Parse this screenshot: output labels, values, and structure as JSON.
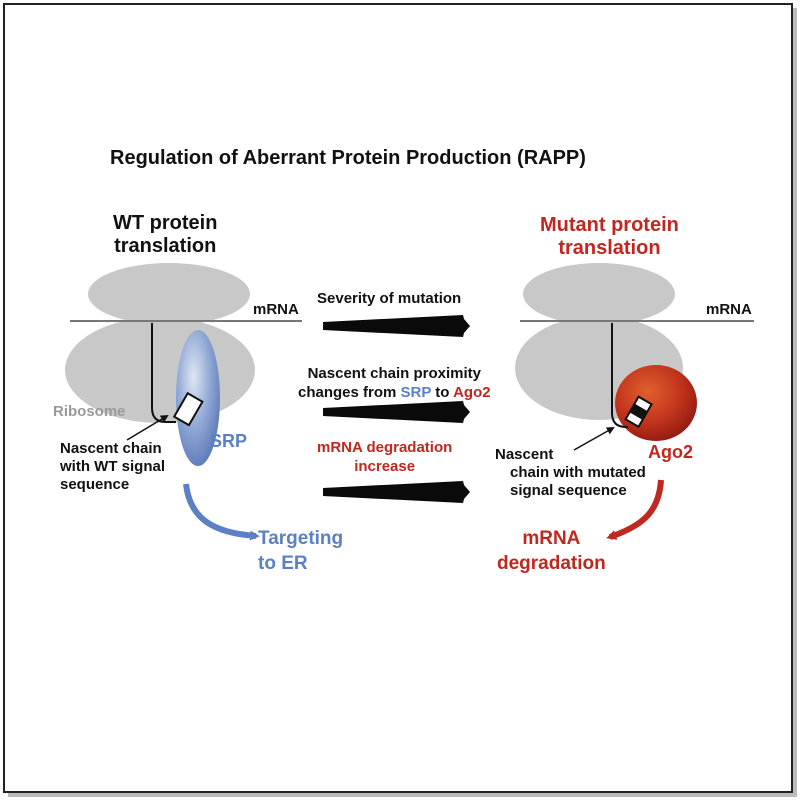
{
  "title": "Regulation of Aberrant Protein Production (RAPP)",
  "left": {
    "heading_line1": "WT protein",
    "heading_line2": "translation",
    "mrna_label": "mRNA",
    "ribosome_label": "Ribosome",
    "srp_label": "SRP",
    "nascent_line1": "Nascent chain",
    "nascent_line2": "with WT signal",
    "nascent_line3": "sequence",
    "outcome_line1": "Targeting",
    "outcome_line2": "to ER"
  },
  "middle": {
    "arrow1_label": "Severity of mutation",
    "arrow2_line1": "Nascent chain proximity",
    "arrow2_line2_pre": "changes from",
    "arrow2_srp": "SRP",
    "arrow2_to": "to",
    "arrow2_ago2": "Ago2",
    "arrow3_line1": "mRNA degradation",
    "arrow3_line2": "increase"
  },
  "right": {
    "heading_line1": "Mutant protein",
    "heading_line2": "translation",
    "mrna_label": "mRNA",
    "ago2_label": "Ago2",
    "nascent_line1": "Nascent",
    "nascent_line2": "chain with mutated",
    "nascent_line3": "signal sequence",
    "outcome_line1": "mRNA",
    "outcome_line2": "degradation"
  },
  "colors": {
    "blue": "#5b80c4",
    "red": "#c0271f",
    "ribosome": "#c8c8c8"
  }
}
